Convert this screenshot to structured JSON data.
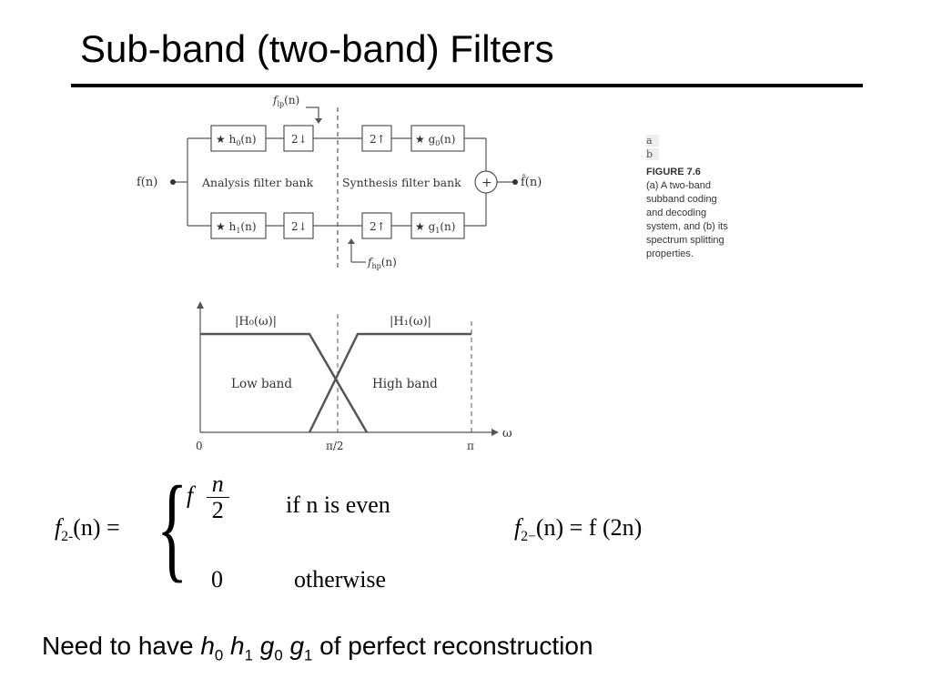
{
  "slide": {
    "title": "Sub-band (two-band) Filters"
  },
  "block_diagram": {
    "input": "f(n)",
    "output": "f̂(n)",
    "flp": "f",
    "flp_sub": "lp",
    "flp_arg": "(n)",
    "fhp": "f",
    "fhp_sub": "hp",
    "fhp_arg": "(n)",
    "h0": "★ h",
    "h0_sub": "0",
    "h0_arg": "(n)",
    "h1": "★ h",
    "h1_sub": "1",
    "h1_arg": "(n)",
    "g0": "★ g",
    "g0_sub": "0",
    "g0_arg": "(n)",
    "g1": "★ g",
    "g1_sub": "1",
    "g1_arg": "(n)",
    "down": "2↓",
    "up": "2↑",
    "sum": "+",
    "analysis_label": "Analysis filter bank",
    "synthesis_label": "Synthesis filter bank"
  },
  "caption": {
    "ab_a": "a",
    "ab_b": "b",
    "figure": "FIGURE 7.6",
    "lines": [
      "(a) A two-band",
      "subband coding",
      "and decoding",
      "system, and (b) its",
      "spectrum splitting",
      "properties."
    ]
  },
  "spectrum": {
    "h0": "|H₀(ω)|",
    "h1": "|H₁(ω)|",
    "low_band": "Low band",
    "high_band": "High band",
    "axis": "ω",
    "tick0": "0",
    "tick_mid": "π/2",
    "tick_pi": "π"
  },
  "eq_left": {
    "lhs_f": "f",
    "lhs_sub": "2-",
    "lhs_rest": "(n) =",
    "brace": "{",
    "case1_f": "f",
    "case1_num": "n",
    "case1_den": "2",
    "case1_cond": "if n is even",
    "case2_val": "0",
    "case2_cond": "otherwise"
  },
  "eq_right": {
    "f": "f",
    "sub": "2−",
    "rest": "(n) =  f (2n)"
  },
  "bottom": {
    "prefix": "Need to have ",
    "h0": "h",
    "h0_sub": "0",
    "h1": "h",
    "h1_sub": "1",
    "g0": "g",
    "g0_sub": "0",
    "g1": "g",
    "g1_sub": "1",
    "suffix": " of perfect reconstruction"
  }
}
